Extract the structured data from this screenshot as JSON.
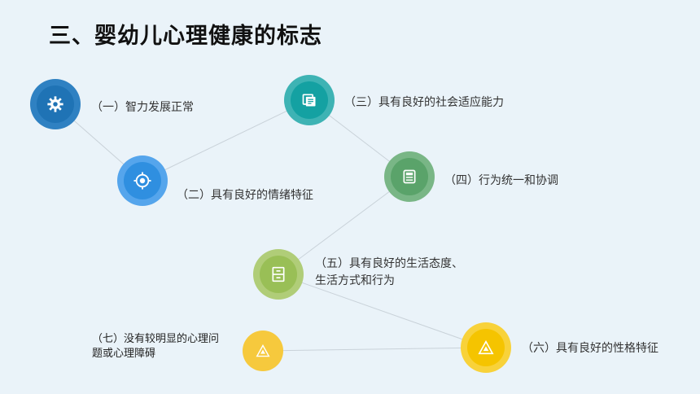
{
  "title": "三、婴幼儿心理健康的标志",
  "items": [
    {
      "label": "（一）智力发展正常",
      "icon": "gear-icon",
      "color": "#1f73b5"
    },
    {
      "label": "（二）具有良好的情绪特征",
      "icon": "eye-icon",
      "color": "#2f8fe0"
    },
    {
      "label": "（三）具有良好的社会适应能力",
      "icon": "cards-icon",
      "color": "#14a1a2"
    },
    {
      "label": "（四）行为统一和协调",
      "icon": "document-icon",
      "color": "#5aa36a"
    },
    {
      "label_line1": "（五）具有良好的生活态度、",
      "label_line2": "生活方式和行为",
      "icon": "cabinet-icon",
      "color": "#99bf56"
    },
    {
      "label": "（六）具有良好的性格特征",
      "icon": "triangle-icon",
      "color": "#f5c400"
    },
    {
      "label_line1": "（七）没有较明显的心理问",
      "label_line2": "题或心理障碍",
      "icon": "triangle-icon",
      "color": "#f6c93d"
    }
  ]
}
